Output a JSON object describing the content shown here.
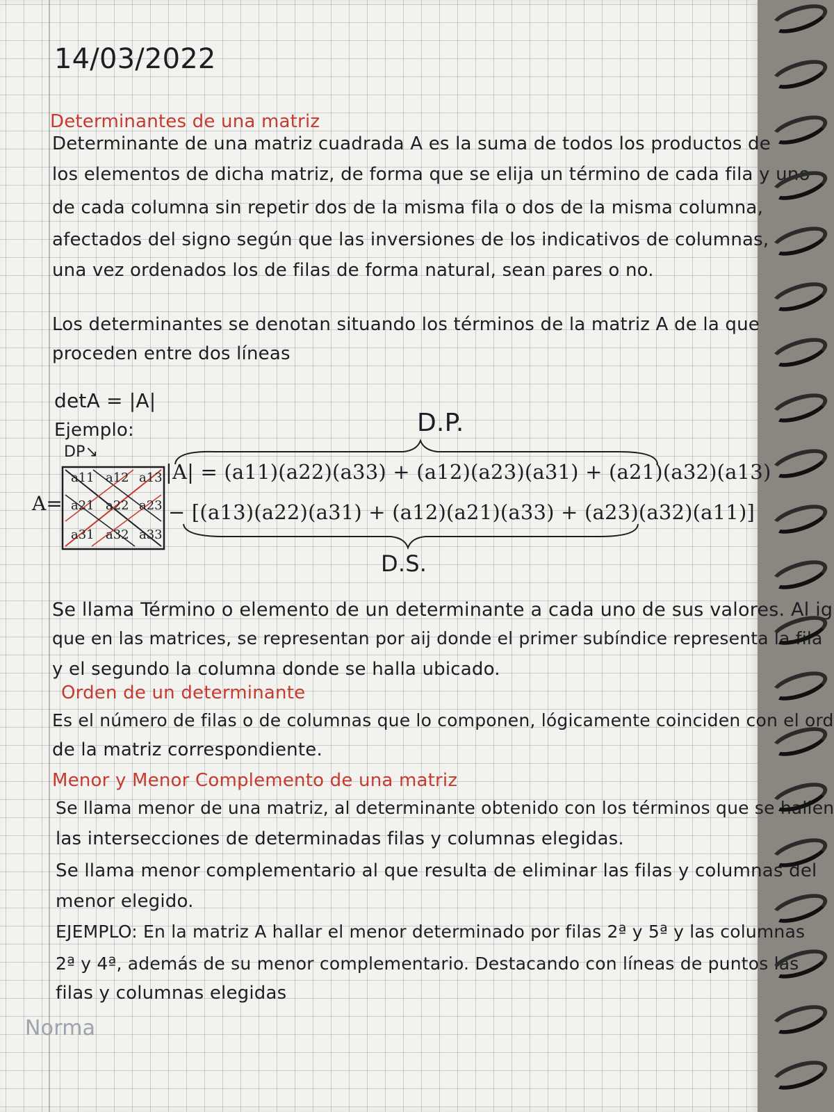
{
  "date": "14/03/2022",
  "section_title_1": "Determinantes de una matriz",
  "paragraph_1": [
    "Determinante de una matriz cuadrada A es la suma de todos los productos de",
    "los elementos de dicha matriz, de forma que se elija un término de cada fila y uno",
    "de cada columna sin repetir dos de la misma fila o dos de la misma columna,",
    "afectados del signo según que las inversiones de los indicativos de columnas,",
    "una vez ordenados los de filas de forma natural, sean pares o no."
  ],
  "paragraph_2": [
    "Los determinantes se denotan situando los términos de la matriz A de la que",
    "proceden entre dos líneas"
  ],
  "det_notation": "detA = |A|",
  "example_label": "Ejemplo:",
  "dp_arrow_label": "DP↘",
  "dp_label": "D.P.",
  "ds_label": "D.S.",
  "matrix_name": "A=",
  "matrix_cells": [
    "a11",
    "a12",
    "a13",
    "a21",
    "a22",
    "a23",
    "a31",
    "a32",
    "a33"
  ],
  "formula_line_1": "|A| = (a11)(a22)(a33) + (a12)(a23)(a31) + (a21)(a32)(a13)",
  "formula_line_2": "− [(a13)(a22)(a31) + (a12)(a21)(a33) + (a23)(a32)(a11)]",
  "paragraph_3": [
    "Se llama Término o elemento de un determinante a cada uno de sus valores. Al igual",
    "que en las matrices, se representan por aij donde el primer subíndice representa la fila",
    "y el segundo la columna donde se halla ubicado."
  ],
  "section_title_2": "Orden de un determinante",
  "paragraph_4": [
    "Es el número de filas o de columnas que lo componen, lógicamente coinciden con el orden",
    "de la matriz correspondiente."
  ],
  "section_title_3": "Menor y Menor Complemento de una matriz",
  "paragraph_5": [
    "Se llama menor de una matriz, al determinante obtenido con los términos que se hallen en",
    "las intersecciones de determinadas filas y columnas elegidas."
  ],
  "paragraph_6": [
    "Se llama menor complementario al que resulta de eliminar las filas y columnas del",
    "menor elegido."
  ],
  "paragraph_7": [
    "EJEMPLO: En la matriz A hallar el menor determinado por filas 2ª y 5ª y las columnas",
    "2ª y 4ª, además de su menor complementario. Destacando con líneas de puntos las",
    "filas y columnas elegidas"
  ],
  "brand_watermark": "Norma"
}
